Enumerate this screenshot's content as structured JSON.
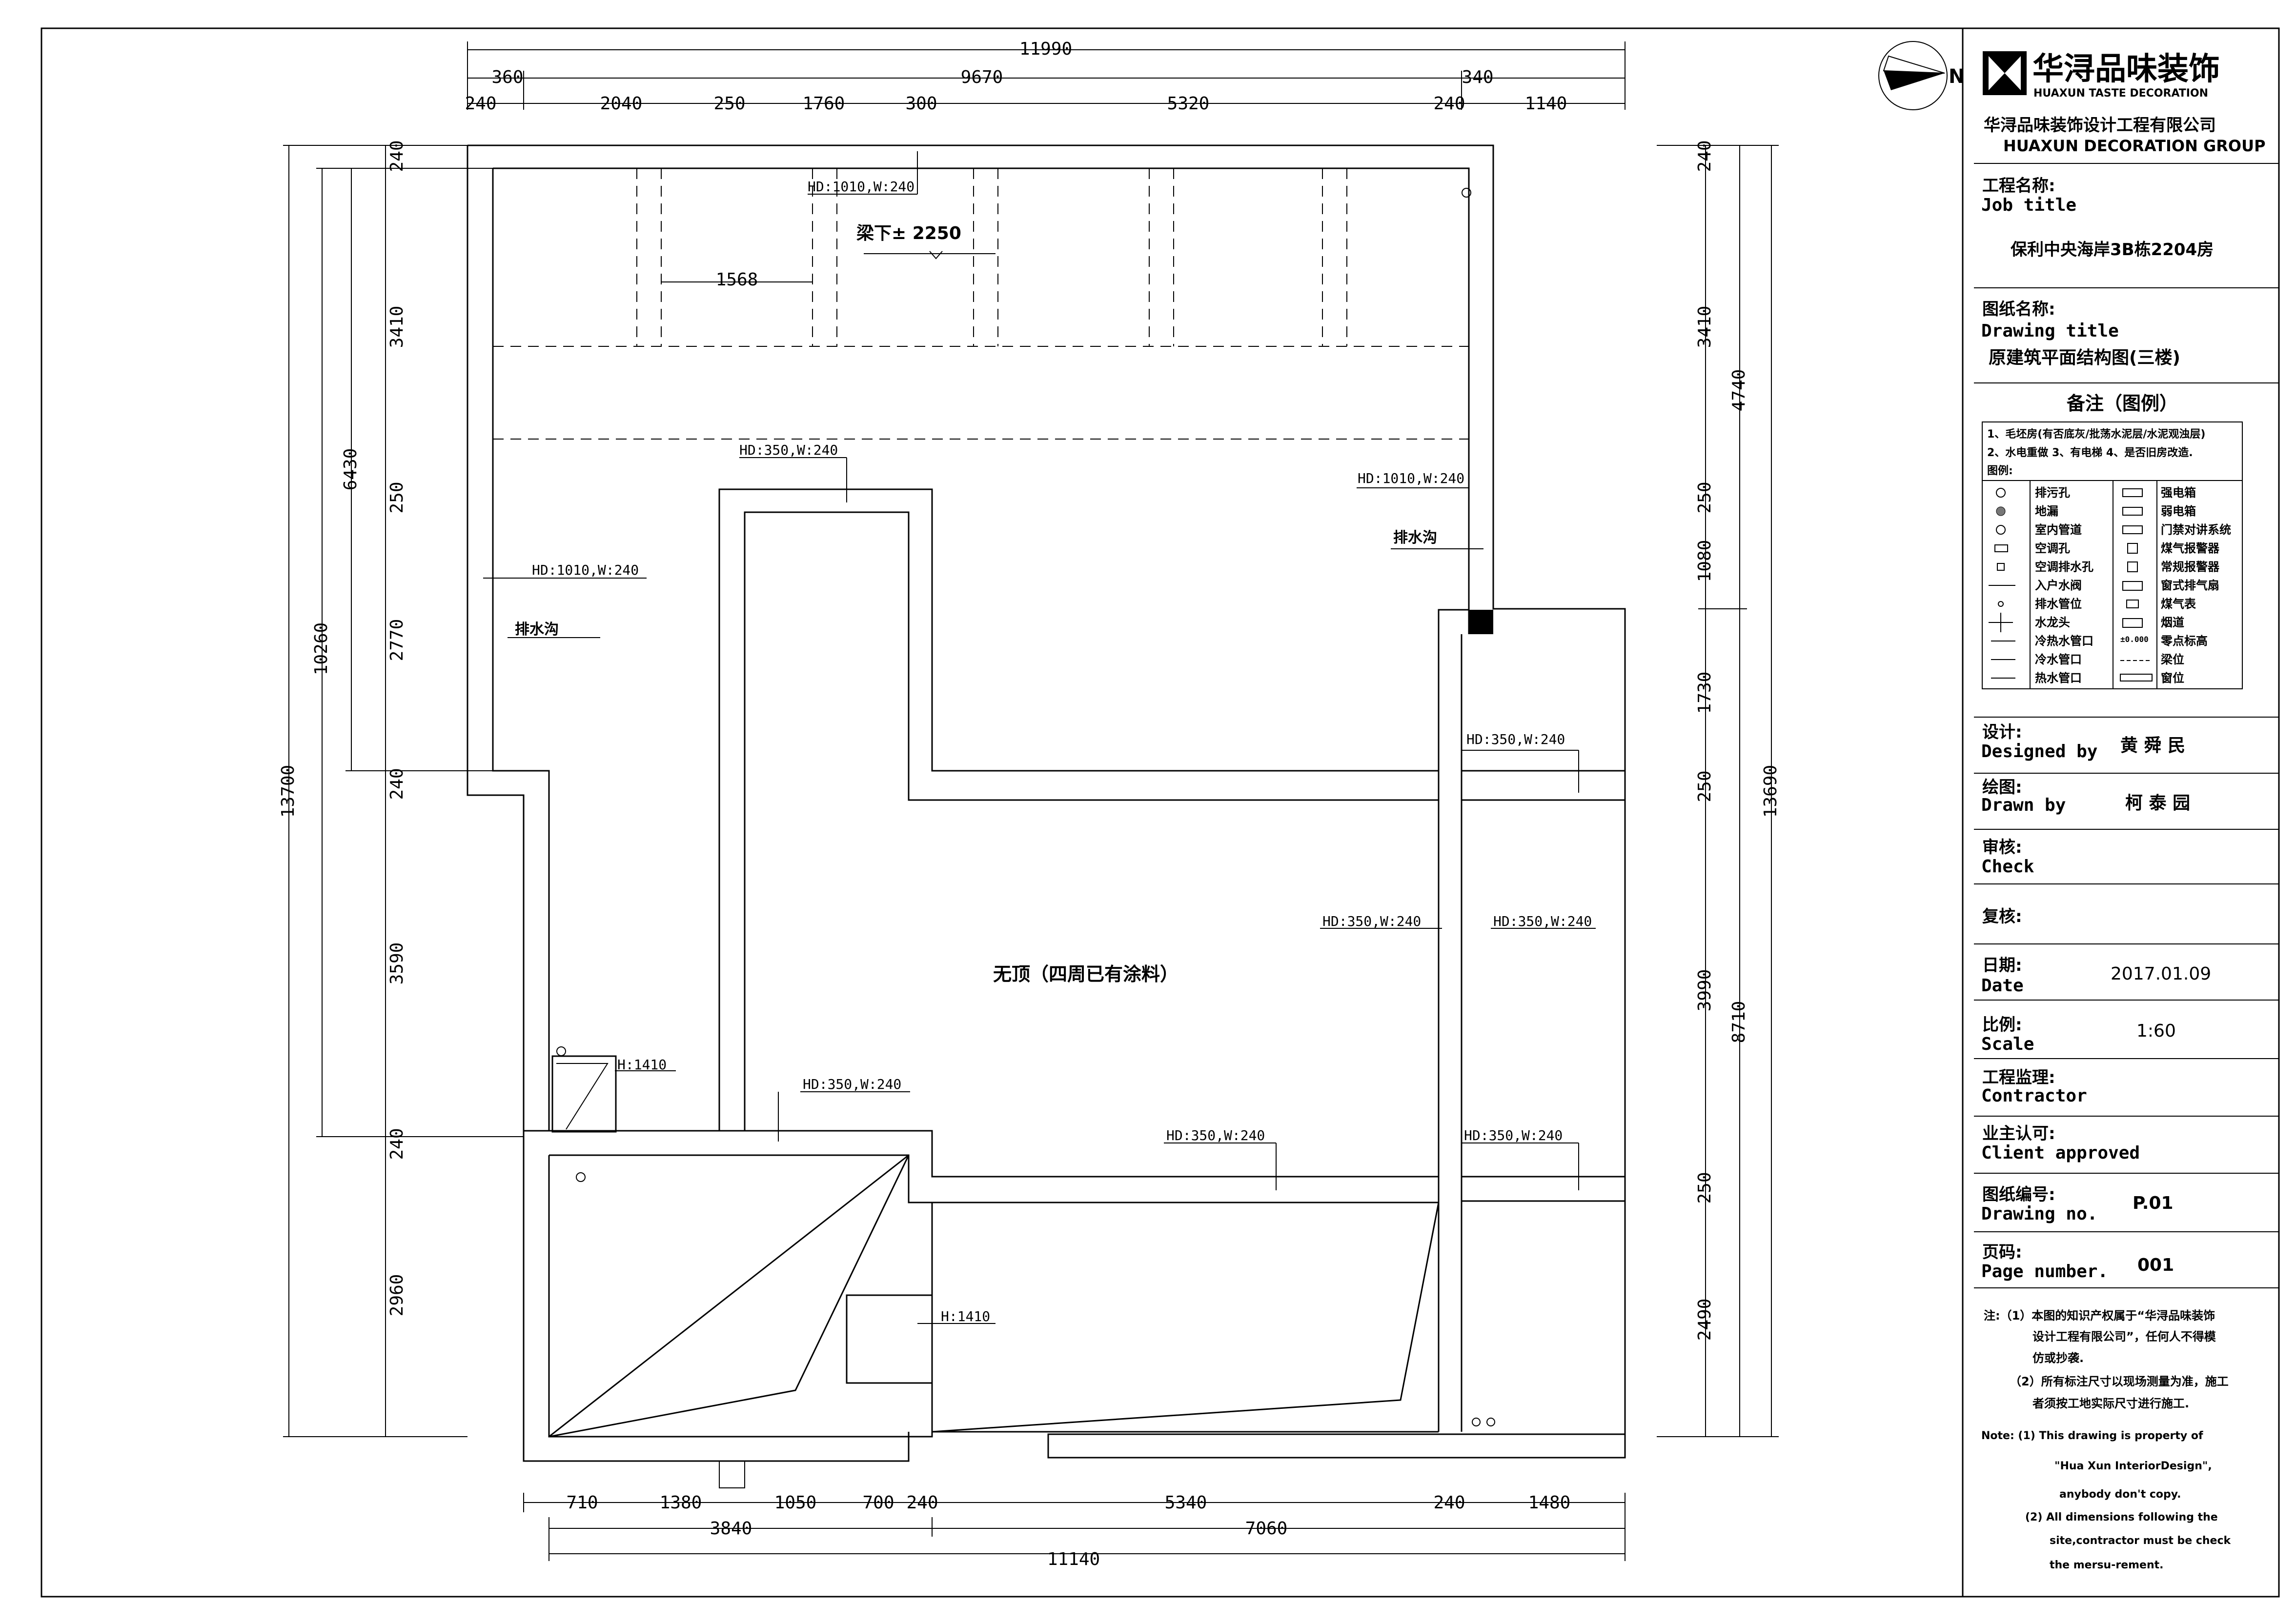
{
  "title_block": {
    "logo_text": "华浔品味装饰",
    "logo_sub": "HUAXUN TASTE DECORATION",
    "company_cn": "华浔品味装饰设计工程有限公司",
    "company_en": "HUAXUN  DECORATION  GROUP",
    "job_label_cn": "工程名称:",
    "job_label_en": "Job title",
    "job_value": "保利中央海岸3B栋2204房",
    "drawing_label_cn": "图纸名称:",
    "drawing_label_en": "Drawing title",
    "drawing_value": "原建筑平面结构图(三楼)",
    "legend_title": "备注（图例）",
    "legend_note1": "1、毛坯房(有否底灰/批荡水泥层/水泥观浊层)",
    "legend_note2": "2、水电重做 3、有电梯 4、是否旧房改造.",
    "legend_note3": "图例:",
    "legend_left": [
      "排污孔",
      "地漏",
      "室内管道",
      "空调孔",
      "空调排水孔",
      "入户水阀",
      "排水管位",
      "水龙头",
      "冷热水管口",
      "冷水管口",
      "热水管口"
    ],
    "legend_right": [
      "强电箱",
      "弱电箱",
      "门禁对讲系统",
      "煤气报警器",
      "常规报警器",
      "窗式排气扇",
      "煤气表",
      "烟道",
      "零点标高",
      "梁位",
      "窗位"
    ],
    "zero_mark": "±0.000",
    "designer_label_cn": "设计:",
    "designer_label_en": "Designed by",
    "designer_value": "黄 舜 民",
    "drawn_label_cn": "绘图:",
    "drawn_label_en": "Drawn by",
    "drawn_value": "柯 泰 园",
    "check_label_cn": "审核:",
    "check_label_en": "Check",
    "review_label_cn": "复核:",
    "date_label_cn": "日期:",
    "date_label_en": "Date",
    "date_value": "2017.01.09",
    "scale_label_cn": "比例:",
    "scale_label_en": "Scale",
    "scale_value": "1:60",
    "contractor_label_cn": "工程监理:",
    "contractor_label_en": "Contractor",
    "client_label_cn": "业主认可:",
    "client_label_en": "Client approved",
    "drawing_no_label_cn": "图纸编号:",
    "drawing_no_label_en": "Drawing no.",
    "drawing_no_value": "P.01",
    "page_label_cn": "页码:",
    "page_label_en": "Page number.",
    "page_value": "001",
    "notes_cn": [
      "注:（1）本图的知识产权属于“华浔品味装饰",
      "设计工程有限公司”，任何人不得模",
      "仿或抄袭.",
      "（2）所有标注尺寸以现场测量为准，施工",
      "者须按工地实际尺寸进行施工."
    ],
    "notes_en": [
      "Note:  (1) This drawing is property of",
      "\"Hua Xun InteriorDesign\",",
      "anybody don't copy.",
      "(2) All dimensions following the",
      "site,contractor must be check",
      "the mersu-rement."
    ]
  },
  "north": "N",
  "dims_top": {
    "overall": "11990",
    "sub": [
      "360",
      "9670",
      "340"
    ],
    "seg": [
      "240",
      "2040",
      "250",
      "1760",
      "300",
      "5320",
      "240",
      "1140"
    ]
  },
  "dims_bottom": {
    "seg": [
      "710",
      "1380",
      "1050",
      "700",
      "240",
      "5340",
      "240",
      "1480"
    ],
    "sub": [
      "3840",
      "7060"
    ],
    "overall": "11140"
  },
  "dims_left": {
    "overall": "13700",
    "sub": [
      "10260",
      "6430"
    ],
    "seg": [
      "240",
      "3410",
      "250",
      "2770",
      "240",
      "3590",
      "240",
      "2960"
    ]
  },
  "dims_right": {
    "overall": "13690",
    "sub": [
      "4740",
      "8710"
    ],
    "seg": [
      "240",
      "3410",
      "250",
      "1080",
      "1730",
      "250",
      "3990",
      "250",
      "2490"
    ]
  },
  "annotations": {
    "beam_top": "HD:1010,W:240",
    "beam_clear": "梁下± 2250",
    "dim_1568": "1568",
    "beam_mid": "HD:350,W:240",
    "beam_right_top": "HD:1010,W:240",
    "drain_right": "排水沟",
    "beam_left": "HD:1010,W:240",
    "drain_left": "排水沟",
    "beam_r1": "HD:350,W:240",
    "beam_center_right": "HD:350,W:240",
    "beam_r2": "HD:350,W:240",
    "no_ceiling": "无顶（四周已有涂料）",
    "window_left": "H:1410",
    "beam_low_left": "HD:350,W:240",
    "beam_low_mid": "HD:350,W:240",
    "beam_r3": "HD:350,W:240",
    "window_mid": "H:1410"
  }
}
